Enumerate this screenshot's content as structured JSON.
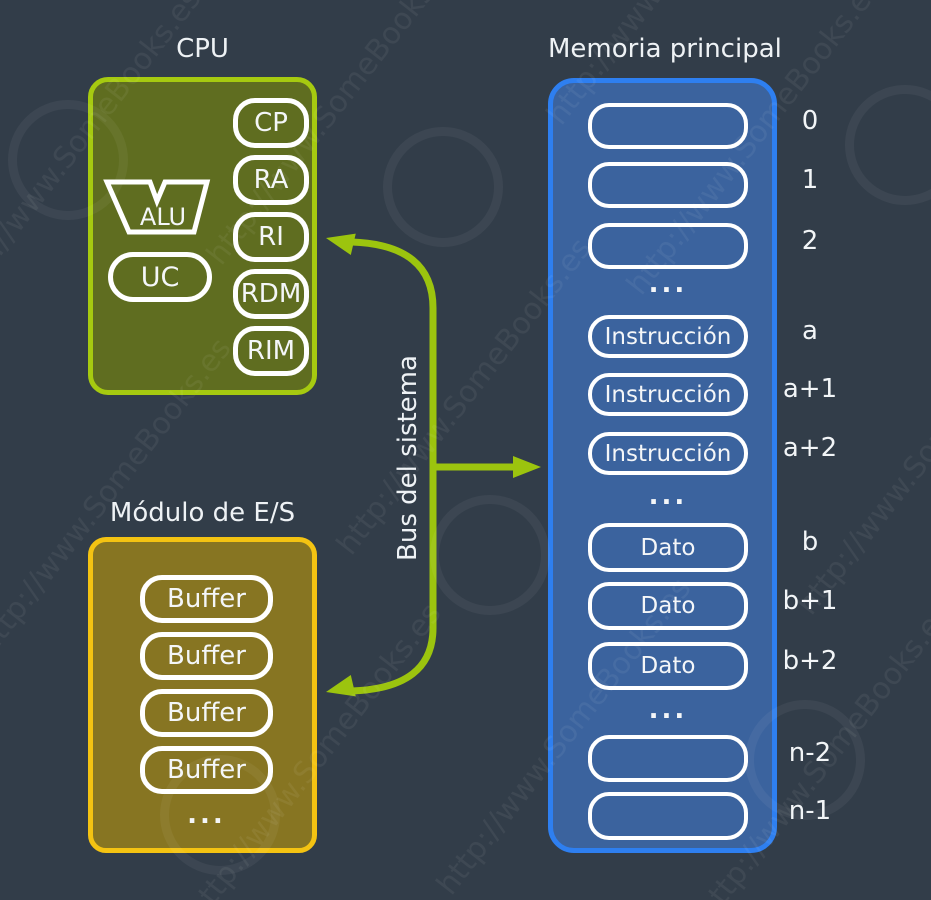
{
  "colors": {
    "background": "#323d49",
    "cpu_fill": "#5f6d20",
    "cpu_border": "#a6ca10",
    "io_fill": "#877522",
    "io_border": "#f4c312",
    "memory_fill": "#3b639e",
    "memory_border": "#2e7ff0",
    "bus_green": "#9cc40e",
    "cell_outline": "#ffffff",
    "text": "#f2f5f7"
  },
  "cpu": {
    "title": "CPU",
    "alu_label": "ALU",
    "uc_label": "UC",
    "registers": [
      "CP",
      "RA",
      "RI",
      "RDM",
      "RIM"
    ]
  },
  "bus": {
    "label": "Bus del sistema"
  },
  "io": {
    "title": "Módulo de E/S",
    "buffers": [
      "Buffer",
      "Buffer",
      "Buffer",
      "Buffer"
    ],
    "ellipsis": "..."
  },
  "memory": {
    "title": "Memoria principal",
    "rows": [
      {
        "text": "",
        "address": "0"
      },
      {
        "text": "",
        "address": "1"
      },
      {
        "text": "",
        "address": "2"
      },
      {
        "text": "...",
        "address": ""
      },
      {
        "text": "Instrucción",
        "address": "a"
      },
      {
        "text": "Instrucción",
        "address": "a+1"
      },
      {
        "text": "Instrucción",
        "address": "a+2"
      },
      {
        "text": "...",
        "address": ""
      },
      {
        "text": "Dato",
        "address": "b"
      },
      {
        "text": "Dato",
        "address": "b+1"
      },
      {
        "text": "Dato",
        "address": "b+2"
      },
      {
        "text": "...",
        "address": ""
      },
      {
        "text": "",
        "address": "n-2"
      },
      {
        "text": "",
        "address": "n-1"
      }
    ]
  },
  "watermark": {
    "text": "http://www.SomeBooks.es"
  }
}
